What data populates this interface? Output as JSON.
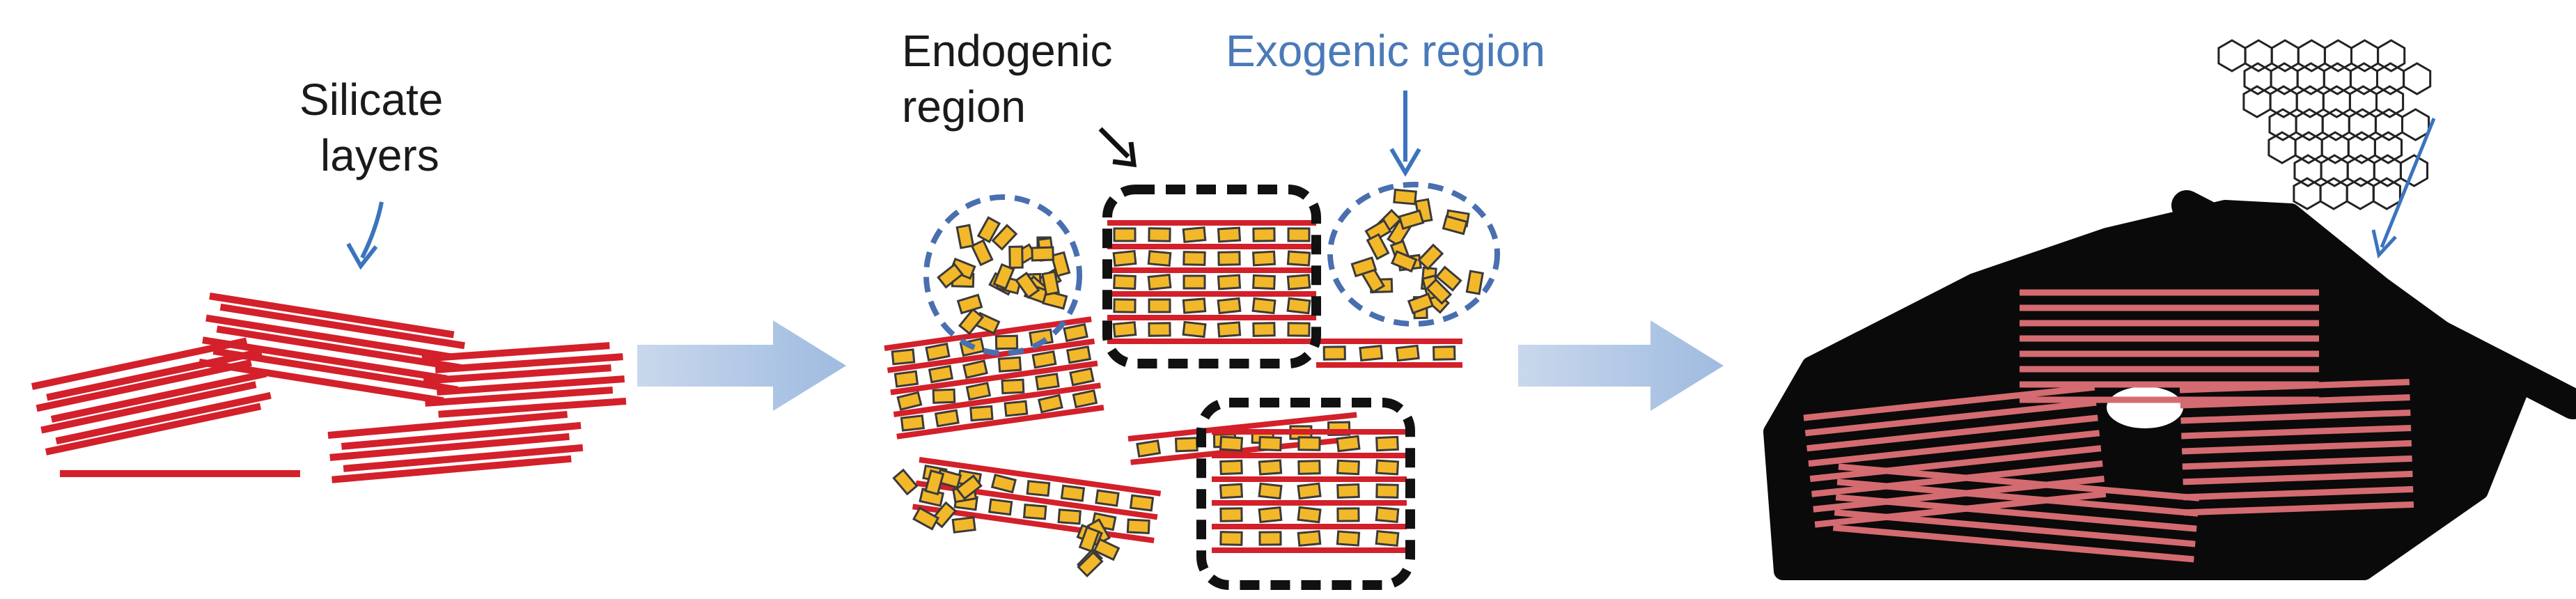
{
  "labels": {
    "silicate_line1": "Silicate",
    "silicate_line2": "layers",
    "endogenic_line1": "Endogenic",
    "endogenic_line2": "region",
    "exogenic": "Exogenic region"
  },
  "colors": {
    "silicate_layer": "#d3202a",
    "silicate_label": "#1a1a1a",
    "endogenic_label": "#1a1a1a",
    "exogenic_label": "#4a7ab8",
    "blue_arrow": "#3b74bd",
    "black_arrow": "#111111",
    "process_arrow": "#b7cbe6",
    "monomer_fill": "#f3b82a",
    "monomer_stroke": "#3a3a3a",
    "dashed_box_black": "#111111",
    "dashed_circle_blue": "#4a6fb0",
    "carbon_matrix": "#0a0a0a",
    "carbonized_layer": "#d46b71",
    "graphene_stroke": "#222222"
  },
  "icons": {
    "process_arrows": "right-arrow-icon",
    "graphene_sheet": "graphene-hexagon-icon"
  }
}
